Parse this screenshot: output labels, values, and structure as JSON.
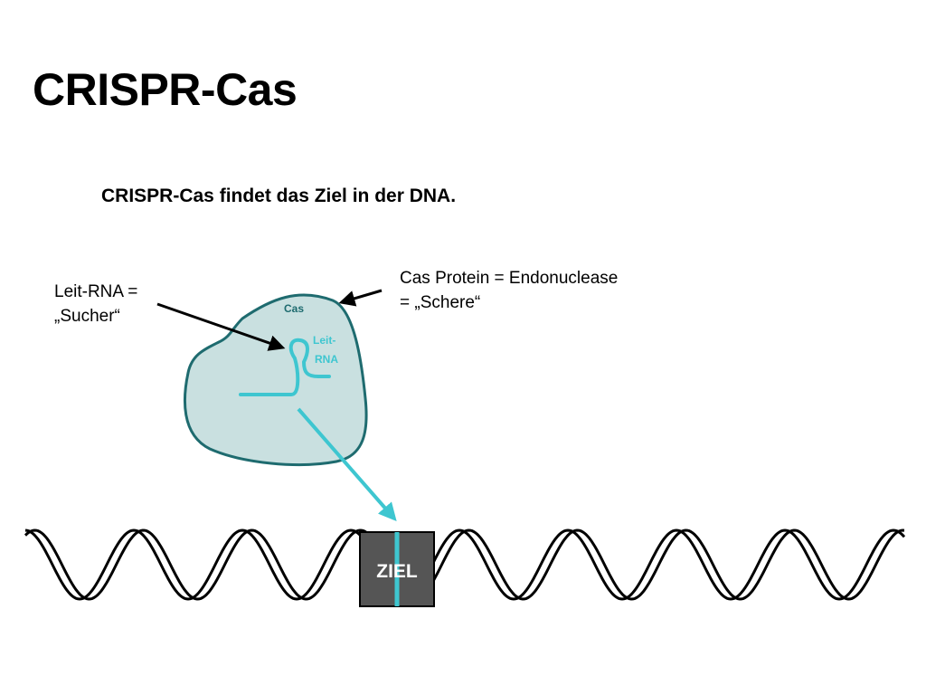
{
  "slide": {
    "title": "CRISPR-Cas",
    "subtitle": "CRISPR-Cas findet das Ziel in der DNA."
  },
  "labels": {
    "guide_rna_line1": "Leit-RNA =",
    "guide_rna_line2": "„Sucher“",
    "cas_protein_line1": "Cas Protein = Endonuclease",
    "cas_protein_line2": "= „Schere“"
  },
  "diagram": {
    "cas_label": "Cas",
    "leit_rna_line1": "Leit-",
    "leit_rna_line2": "RNA",
    "target_label": "ZIEL"
  },
  "colors": {
    "protein_fill": "#c9e0e0",
    "protein_stroke": "#1e6b6f",
    "rna": "#3ec6d0",
    "target_box": "#555555",
    "dna": "#000000"
  }
}
